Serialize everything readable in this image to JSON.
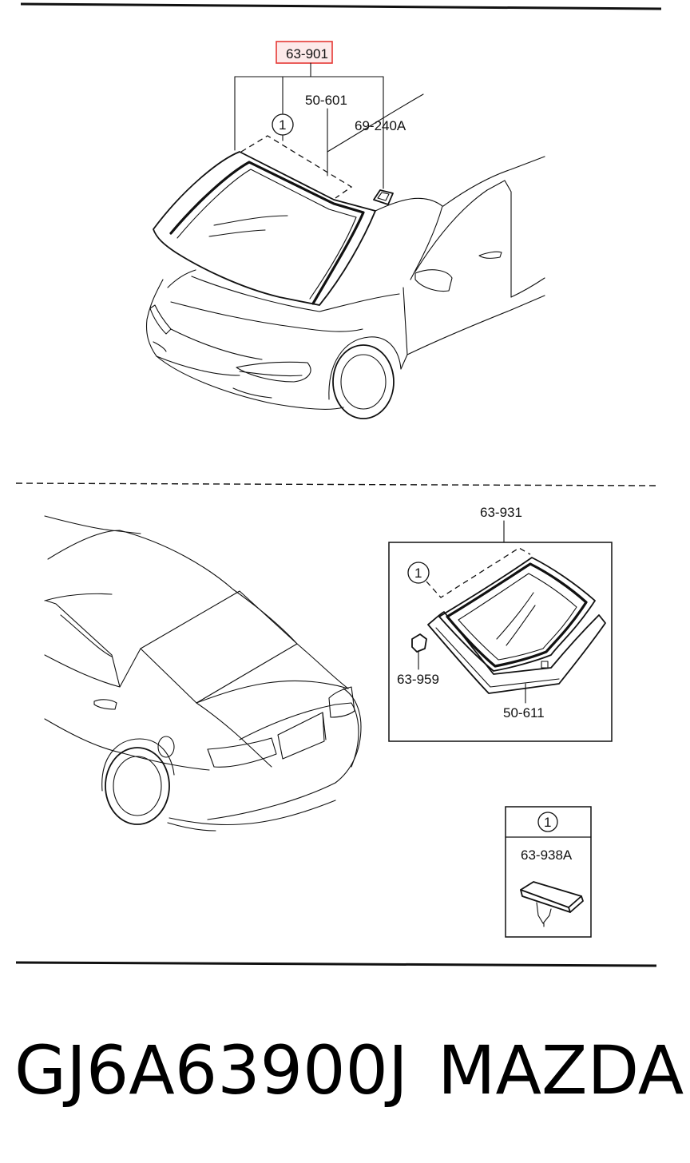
{
  "front_section": {
    "labels": {
      "windshield_part": "63-901",
      "windshield_molding": "50-601",
      "windshield_fastener": "69-240A"
    },
    "callout": "1",
    "highlight_color": "#e53935"
  },
  "rear_section": {
    "labels": {
      "rear_window_part": "63-931",
      "rear_spacer": "63-959",
      "rear_molding": "50-611"
    },
    "callout": "1"
  },
  "legend_box": {
    "callout": "1",
    "part": "63-938A"
  },
  "footer": {
    "part_number": "GJ6A63900J",
    "brand": "MAZDA"
  }
}
